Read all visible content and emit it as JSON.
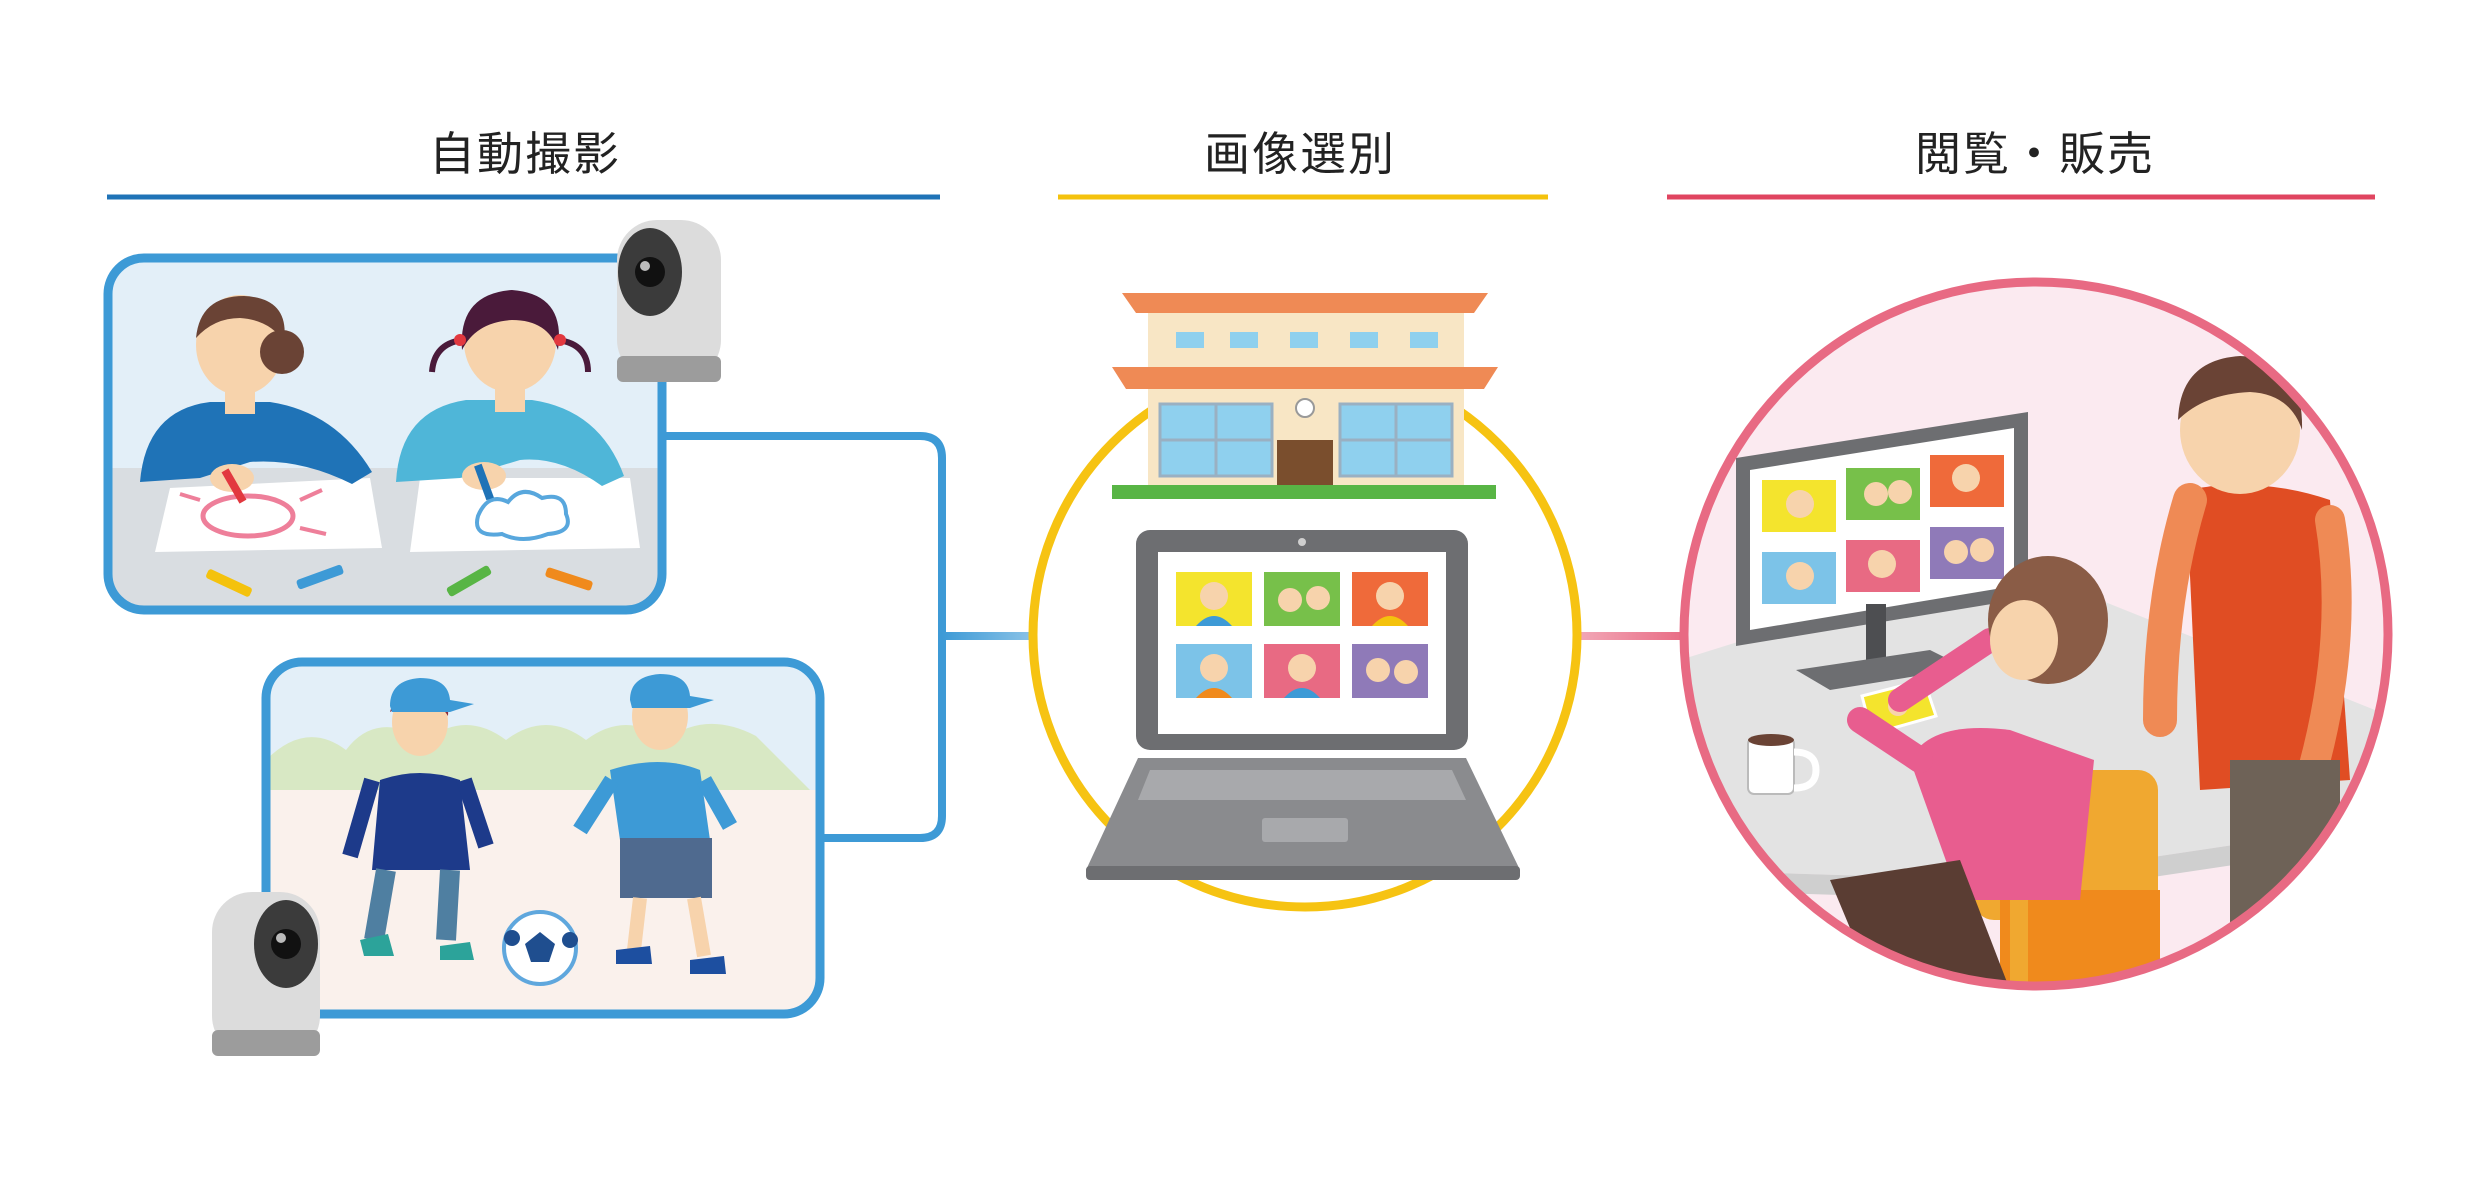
{
  "sections": {
    "auto_capture": {
      "title": "自動撮影",
      "color": "#1f73b7"
    },
    "image_selection": {
      "title": "画像選別",
      "color": "#f4c20d"
    },
    "view_sell": {
      "title": "閲覧・販売",
      "color": "#e04560"
    }
  },
  "colors": {
    "blue_frame": "#3d9ad6",
    "yellow_ring": "#f6c312",
    "pink_ring": "#e86a83",
    "roof": "#ef8a55",
    "lawn": "#58b545",
    "laptop": "#6d6e71"
  },
  "icons": [
    "pet-camera-icon",
    "school-building-icon",
    "laptop-icon",
    "monitor-icon",
    "soccer-ball-icon",
    "coffee-mug-icon",
    "clock-icon"
  ]
}
